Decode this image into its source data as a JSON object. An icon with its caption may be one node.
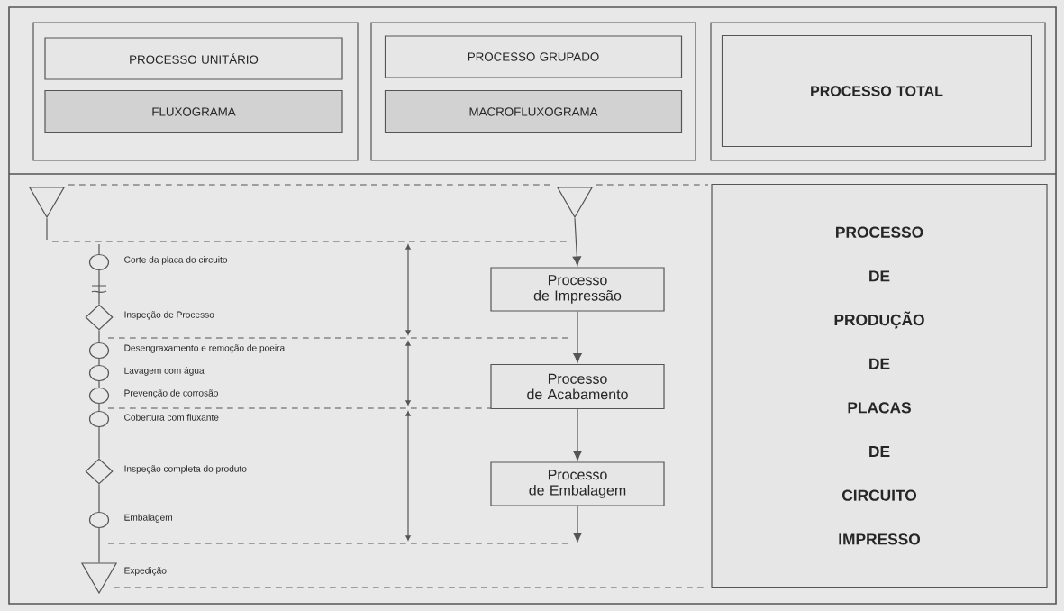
{
  "diagram": {
    "nodes": [
      {
        "text": [
          "PROCESSO UNITÁRIO"
        ]
      },
      {
        "text": [
          "FLUXOGRAMA"
        ]
      },
      {
        "text": [
          "PROCESSO GRUPADO"
        ]
      },
      {
        "text": [
          "MACROFLUXOGRAMA"
        ]
      },
      {
        "text": [
          "PROCESSO TOTAL"
        ]
      },
      {
        "text": [],
        "shape": "triangle"
      },
      {
        "text": [],
        "shape": "triangle"
      },
      {
        "text": [],
        "shape": "circle",
        "beside": [
          "Corte da placa do circuito"
        ]
      },
      {
        "text": [],
        "shape": "diamond",
        "beside": [
          "Inspeção de Processo"
        ]
      },
      {
        "text": [],
        "shape": "circle",
        "beside": [
          "Desengraxamento e remoção de poeira"
        ]
      },
      {
        "text": [],
        "shape": "circle",
        "beside": [
          "Lavagem com água"
        ]
      },
      {
        "text": [],
        "shape": "circle",
        "beside": [
          "Prevenção de corrosão"
        ]
      },
      {
        "text": [],
        "shape": "circle",
        "beside": [
          "Cobertura com fluxante"
        ]
      },
      {
        "text": [],
        "shape": "diamond",
        "beside": [
          "Inspeção completa do produto"
        ]
      },
      {
        "text": [],
        "shape": "circle",
        "beside": [
          "Embalagem"
        ]
      },
      {
        "text": [],
        "shape": "triangle",
        "beside": [
          "Expedição"
        ]
      },
      {
        "text": [
          "Processo de Impressão"
        ]
      },
      {
        "text": [
          "Processo de Acabamento"
        ]
      },
      {
        "text": [
          "Processo de Embalagem"
        ]
      },
      {
        "text": [
          "PROCESSO DE PRODUÇÃO DE PLACAS DE CIRCUITO IMPRESSO"
        ]
      }
    ],
    "edges": [
      {
        "from": 7,
        "to": 8,
        "arrow": "none"
      },
      {
        "from": 8,
        "to": 9,
        "arrow": "none"
      },
      {
        "from": 9,
        "to": 10,
        "arrow": "none"
      },
      {
        "from": 10,
        "to": 11,
        "arrow": "none"
      },
      {
        "from": 11,
        "to": 12,
        "arrow": "none"
      },
      {
        "from": 12,
        "to": 13,
        "arrow": "none"
      },
      {
        "from": 13,
        "to": 14,
        "arrow": "none"
      },
      {
        "from": 14,
        "to": 15,
        "arrow": "none"
      },
      {
        "from": 6,
        "to": 16,
        "arrow": "to"
      },
      {
        "from": 16,
        "to": 17,
        "arrow": "to"
      },
      {
        "from": 17,
        "to": 18,
        "arrow": "to"
      },
      {
        "from": 18,
        "to": null,
        "arrow": "to"
      }
    ]
  }
}
